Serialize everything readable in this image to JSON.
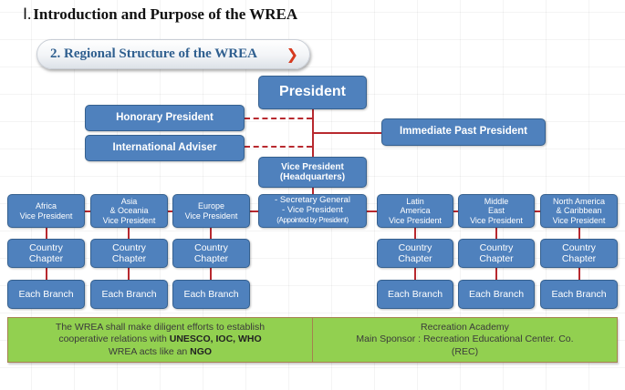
{
  "header": {
    "numeral": "Ⅰ.",
    "title": "Introduction and Purpose of the WREA",
    "section_label": "2. Regional Structure  of the WREA",
    "section_icon": "chevron-right-icon"
  },
  "colors": {
    "box_fill": "#4f81bd",
    "connector": "#b8292f",
    "footer_fill": "#92d050",
    "section_text": "#2f5f8f",
    "chevron": "#d63a1f"
  },
  "org": {
    "president": "President",
    "honorary_president": "Honorary President",
    "international_adviser": "International Adviser",
    "immediate_past_president": "Immediate Past President",
    "vice_president_hq": [
      "Vice President",
      "(Headquarters)"
    ],
    "secretariat": [
      "- Secretary General",
      "- Vice President",
      "(Appointed by President)"
    ],
    "regions": [
      {
        "lines": [
          "Africa",
          "Vice President"
        ]
      },
      {
        "lines": [
          "Asia",
          "& Oceania",
          "Vice President"
        ]
      },
      {
        "lines": [
          "Europe",
          "Vice President"
        ]
      },
      {
        "lines": [
          "Latin",
          "America",
          "Vice President"
        ]
      },
      {
        "lines": [
          "Middle",
          "East",
          "Vice President"
        ]
      },
      {
        "lines": [
          "North  America",
          "& Caribbean",
          "Vice President"
        ]
      }
    ],
    "country_chapter": [
      "Country",
      "Chapter"
    ],
    "each_branch": "Each Branch"
  },
  "footer": {
    "left": {
      "line1": "The WREA shall make diligent efforts to establish",
      "line2_prefix": "cooperative relations with ",
      "line2_bold": "UNESCO, IOC, WHO",
      "line3_prefix": "WREA acts like an ",
      "line3_bold": "NGO"
    },
    "right": {
      "line1": "Recreation Academy",
      "line2": "Main Sponsor : Recreation Educational Center. Co.",
      "line3": "(REC)"
    }
  }
}
